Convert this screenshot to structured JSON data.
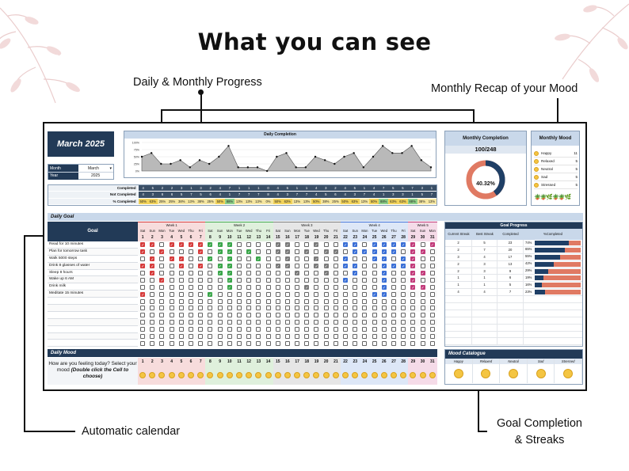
{
  "headline": "What you can see",
  "callouts": {
    "daily_monthly": "Daily & Monthly Progress",
    "mood_recap": "Monthly Recap of your Mood",
    "auto_calendar": "Automatic calendar",
    "goal_streaks_1": "Goal Completion",
    "goal_streaks_2": "& Streaks"
  },
  "header": {
    "month_title": "March 2025",
    "month_label": "Month",
    "month_value": "March",
    "year_label": "Year",
    "year_value": "2025"
  },
  "daily_completion": {
    "title": "Daily Completion",
    "y_ticks": [
      "100%",
      "75%",
      "50%",
      "25%",
      "0%"
    ]
  },
  "monthly_completion": {
    "title": "Monthly Completion",
    "fraction": "100/248",
    "percent_text": "40.32%",
    "percent_value": 40.32
  },
  "monthly_mood": {
    "title": "Monthly Mood",
    "items": [
      {
        "label": "Happy",
        "count": "11"
      },
      {
        "label": "Relaxed",
        "count": "5"
      },
      {
        "label": "Neutral",
        "count": "5"
      },
      {
        "label": "Sad",
        "count": "5"
      },
      {
        "label": "Stressed",
        "count": "5"
      }
    ]
  },
  "daily_stats": {
    "completed_label": "Completed",
    "not_completed_label": "Not Completed",
    "pct_label": "% Completed",
    "completed": [
      4,
      5,
      2,
      2,
      3,
      1,
      3,
      2,
      4,
      7,
      1,
      1,
      1,
      0,
      4,
      5,
      1,
      1,
      4,
      3,
      2,
      4,
      5,
      1,
      4,
      7,
      5,
      5,
      7,
      3,
      1
    ],
    "not_completed": [
      4,
      3,
      6,
      6,
      5,
      7,
      5,
      6,
      4,
      1,
      7,
      7,
      7,
      8,
      4,
      3,
      7,
      7,
      4,
      5,
      6,
      4,
      3,
      7,
      4,
      1,
      3,
      3,
      1,
      5,
      7
    ],
    "pct": [
      "50%",
      "63%",
      "25%",
      "25%",
      "38%",
      "13%",
      "38%",
      "25%",
      "50%",
      "88%",
      "13%",
      "13%",
      "13%",
      "0%",
      "50%",
      "63%",
      "13%",
      "13%",
      "50%",
      "38%",
      "25%",
      "50%",
      "63%",
      "13%",
      "50%",
      "88%",
      "63%",
      "63%",
      "88%",
      "38%",
      "13%"
    ]
  },
  "daily_goal": {
    "title": "Daily Goal",
    "goal_header": "Goal",
    "weeks": [
      "Week 1",
      "Week 2",
      "Week 3",
      "Week 4",
      "Week 5"
    ],
    "weekdays": [
      "Sat",
      "Sun",
      "Mon",
      "Tue",
      "Wed",
      "Thu",
      "Fri",
      "Sat",
      "Sun",
      "Mon",
      "Tue",
      "Wed",
      "Thu",
      "Fri",
      "Sat",
      "Sun",
      "Mon",
      "Tue",
      "Wed",
      "Thu",
      "Fri",
      "Sat",
      "Sun",
      "Mon",
      "Tue",
      "Wed",
      "Thu",
      "Fri",
      "Sat",
      "Sun",
      "Mon"
    ],
    "days": [
      "1",
      "2",
      "3",
      "4",
      "5",
      "6",
      "7",
      "8",
      "9",
      "10",
      "11",
      "12",
      "13",
      "14",
      "15",
      "16",
      "17",
      "18",
      "19",
      "20",
      "21",
      "22",
      "23",
      "24",
      "25",
      "26",
      "27",
      "28",
      "29",
      "30",
      "31"
    ],
    "goals": [
      "Read for 10 minutes",
      "Plan for tomorrow task",
      "Walk 5000 steps",
      "Drink 8 glasses of water",
      "Sleep 8 hours",
      "Wake up 6 AM",
      "Drink milk",
      "Meditate 15 minutes"
    ]
  },
  "goal_progress": {
    "title": "Goal Progress",
    "headers": [
      "Current Streak",
      "Best Streak",
      "Completed",
      "%Completed"
    ],
    "rows": [
      {
        "current": "2",
        "best": "5",
        "completed": "23",
        "pct": "74%",
        "value": 74
      },
      {
        "current": "2",
        "best": "7",
        "completed": "20",
        "pct": "65%",
        "value": 65
      },
      {
        "current": "3",
        "best": "4",
        "completed": "17",
        "pct": "55%",
        "value": 55
      },
      {
        "current": "2",
        "best": "3",
        "completed": "13",
        "pct": "42%",
        "value": 42
      },
      {
        "current": "2",
        "best": "3",
        "completed": "9",
        "pct": "29%",
        "value": 29
      },
      {
        "current": "1",
        "best": "1",
        "completed": "6",
        "pct": "19%",
        "value": 19
      },
      {
        "current": "1",
        "best": "1",
        "completed": "5",
        "pct": "16%",
        "value": 16
      },
      {
        "current": "4",
        "best": "4",
        "completed": "7",
        "pct": "23%",
        "value": 23
      }
    ]
  },
  "daily_mood": {
    "title": "Daily Mood",
    "prompt": "How are you feeling today? Select your mood",
    "prompt_hint": "(Double click the Cell to choose)"
  },
  "mood_catalogue": {
    "title": "Mood Catalogue",
    "items": [
      "Happy",
      "Relaxed",
      "Neutral",
      "Sad",
      "Stressed"
    ]
  },
  "colors": {
    "navy": "#223a57",
    "week1": "#d63b3b",
    "week2": "#3aa64a",
    "week3": "#7a7a7a",
    "week4": "#3a6fd6",
    "week5": "#c23a7a",
    "donut_fill": "#1f3f66",
    "donut_rest": "#e07a63"
  }
}
